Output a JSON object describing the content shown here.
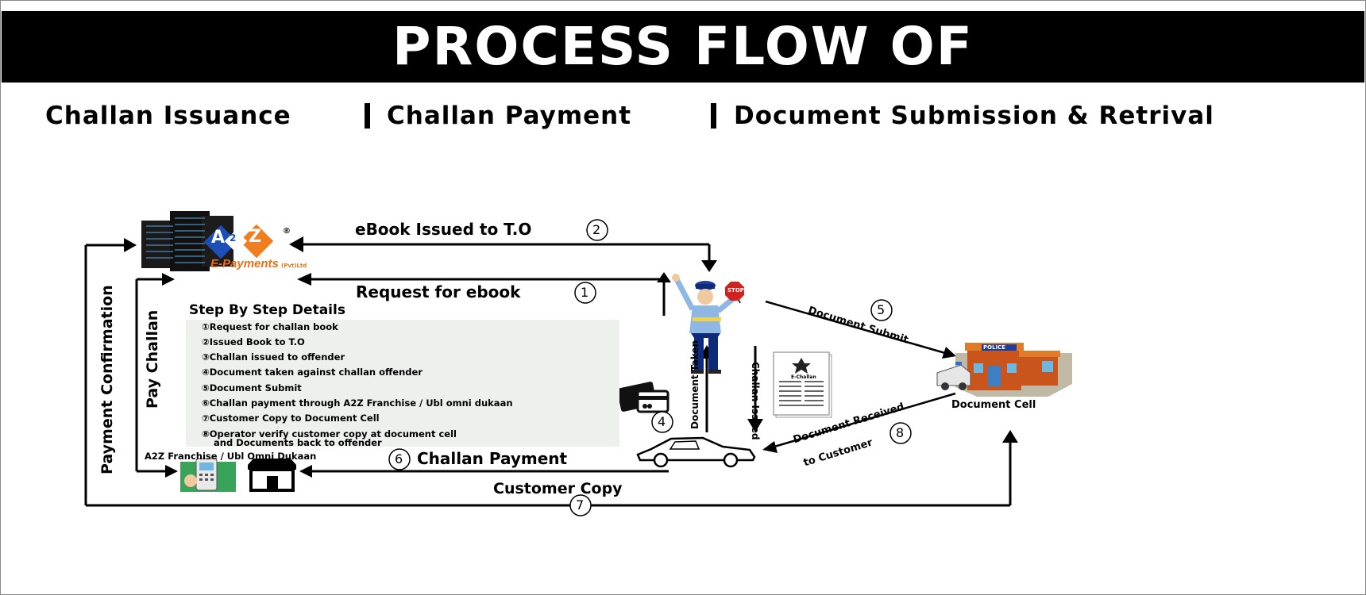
{
  "banner": {
    "title": "PROCESS FLOW OF"
  },
  "subtitle": {
    "parts": [
      "Challan Issuance",
      "Challan Payment",
      "Document Submission & Retrival"
    ]
  },
  "nodes": {
    "a2z_logo_text": "A",
    "a2z_logo_sup": "2",
    "a2z_logo_z": "Z",
    "a2z_registered": "®",
    "a2z_brand": "E-Payments",
    "a2z_brand_suffix": "(Pvt)Ltd",
    "franchise_label": "A2Z Franchise / Ubl Omni Dukaan",
    "document_cell_label": "Document Cell",
    "police_sign": "POLICE",
    "stop_sign": "STOP",
    "echallan_title": "E-Challan"
  },
  "flows": {
    "ebook_issued": "eBook Issued to T.O",
    "ebook_issued_num": "2",
    "request_ebook": "Request for ebook",
    "request_ebook_num": "1",
    "document_submit": "Document Submit",
    "document_submit_num": "5",
    "document_taken": "Document Taken",
    "challan_issued": "Challan Issued",
    "card_num": "4",
    "document_received_line1": "Document Received",
    "document_received_line2": "to Customer",
    "document_received_num": "8",
    "challan_payment": "Challan Payment",
    "challan_payment_num": "6",
    "customer_copy": "Customer Copy",
    "customer_copy_num": "7",
    "payment_confirmation": "Payment Confirmation",
    "pay_challan": "Pay Challan"
  },
  "steps": {
    "title": "Step By Step Details",
    "items": [
      "①Request for challan book",
      "②Issued Book to T.O",
      "③Challan issued to offender",
      "④Document taken against challan offender",
      "⑤Document Submit",
      "⑥Challan payment through A2Z Franchise / Ubl omni dukaan",
      "⑦Customer Copy to Document Cell",
      "⑧Operator verify customer copy at document cell",
      "and Documents back to offender"
    ]
  },
  "colors": {
    "banner_bg": "#000000",
    "banner_text": "#ffffff",
    "a2z_blue": "#1d4fb8",
    "a2z_orange": "#f07d1e",
    "brand_orange": "#e8711a",
    "police_roof": "#e07b2c",
    "police_wall": "#c9541c",
    "franchise_green": "#3aa35a",
    "steps_bg": "#eef0ee"
  },
  "icons": [
    "server-icon",
    "traffic-officer-icon",
    "stop-sign-icon",
    "police-station-icon",
    "car-icon",
    "credit-card-icon",
    "e-challan-document-icon",
    "pos-terminal-icon",
    "shop-icon"
  ]
}
